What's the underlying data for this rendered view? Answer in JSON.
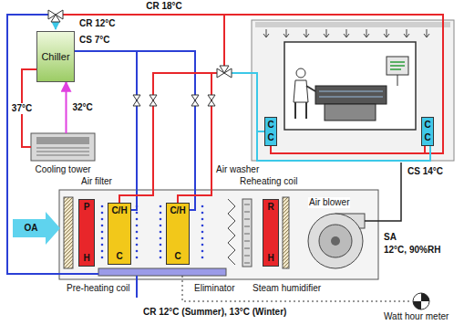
{
  "diagram": {
    "nodes": [
      {
        "text": [
          "Chiller"
        ]
      },
      {
        "text": [
          "Cooling tower"
        ]
      },
      {
        "text": [
          "P",
          "H"
        ]
      },
      {
        "text": [
          "C/H",
          "C"
        ]
      },
      {
        "text": [
          "C/H",
          "C"
        ]
      },
      {
        "text": [
          "R",
          "H"
        ]
      },
      {
        "text": [
          "C",
          "C"
        ]
      },
      {
        "text": [
          "C",
          "C"
        ]
      }
    ],
    "edges": [
      {
        "from": 0,
        "to": 1,
        "label": "37°C",
        "arrow": "none"
      },
      {
        "from": 1,
        "to": 0,
        "label": "32°C",
        "arrow": "to"
      }
    ],
    "labels": [
      "CR 12°C",
      "CR 18°C",
      "CS 7°C",
      "Air washer",
      "Reheating coil",
      "Air filter",
      "OA",
      "Pre-heating coil",
      "Eliminator",
      "Steam humidifier",
      "Air blower",
      "SA",
      "12°C, 90%RH",
      "CS 14°C",
      "CR 12°C (Summer), 13°C (Winter)",
      "Watt hour meter"
    ]
  }
}
